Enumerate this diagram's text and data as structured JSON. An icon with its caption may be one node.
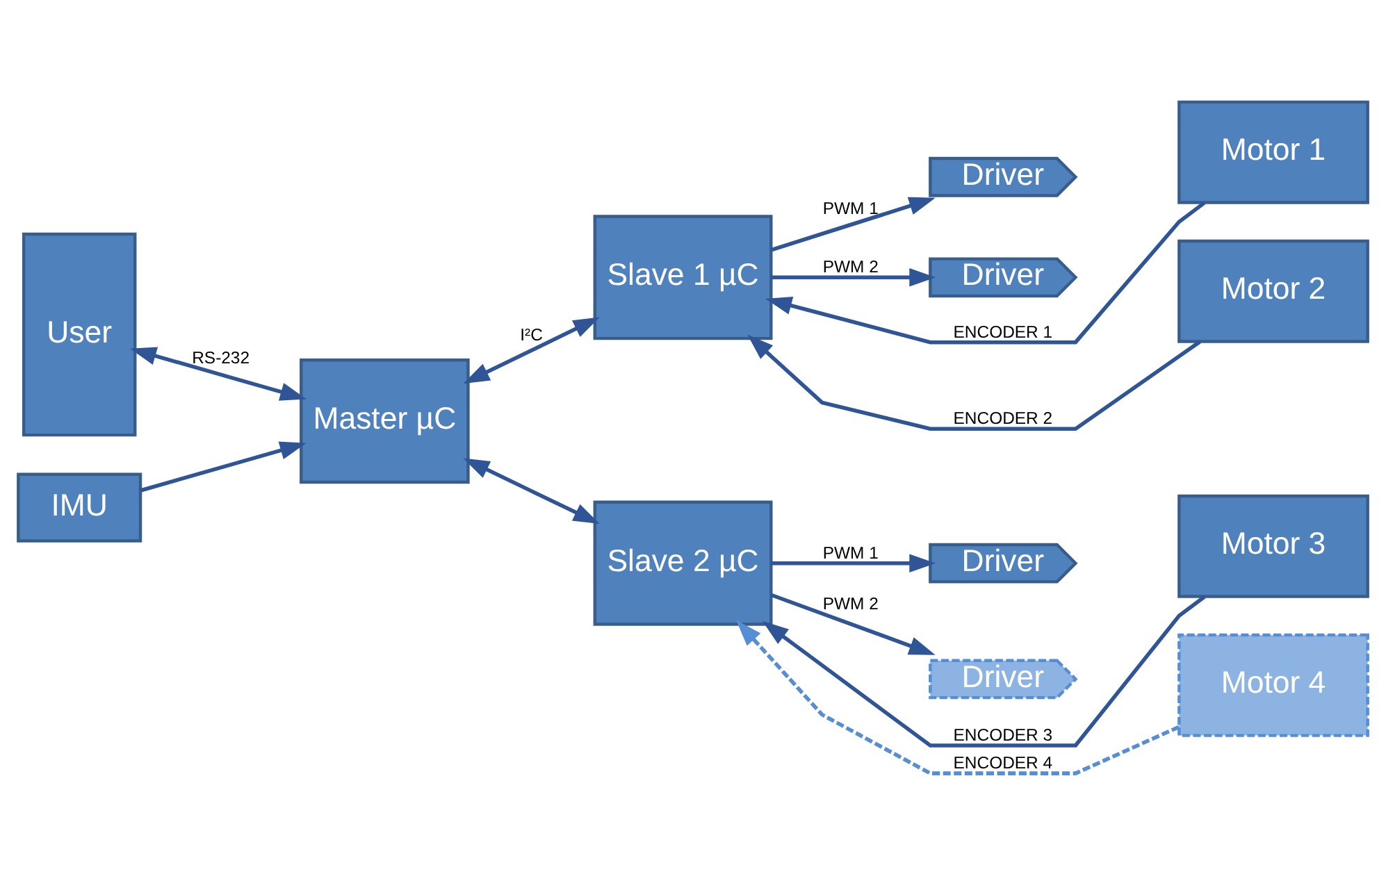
{
  "diagram": {
    "nodes": [
      {
        "text": [
          "User"
        ]
      },
      {
        "text": [
          "IMU"
        ]
      },
      {
        "text": [
          "Master µC"
        ]
      },
      {
        "text": [
          "Slave 1 µC"
        ]
      },
      {
        "text": [
          "Slave 2 µC"
        ]
      },
      {
        "text": [
          "Driver"
        ]
      },
      {
        "text": [
          "Driver"
        ]
      },
      {
        "text": [
          "Driver"
        ]
      },
      {
        "text": [
          "Driver"
        ]
      },
      {
        "text": [
          "Motor 1"
        ]
      },
      {
        "text": [
          "Motor 2"
        ]
      },
      {
        "text": [
          "Motor 3"
        ]
      },
      {
        "text": [
          "Motor 4"
        ]
      }
    ],
    "edges": [
      {
        "from": 0,
        "to": 2,
        "arrow": "both",
        "label": "RS-232"
      },
      {
        "from": 1,
        "to": 2,
        "arrow": "to"
      },
      {
        "from": 2,
        "to": 3,
        "arrow": "both",
        "label": "I²C"
      },
      {
        "from": 2,
        "to": 4,
        "arrow": "both"
      },
      {
        "from": 3,
        "to": 5,
        "arrow": "to",
        "label": "PWM 1"
      },
      {
        "from": 3,
        "to": 6,
        "arrow": "to",
        "label": "PWM 2"
      },
      {
        "from": 4,
        "to": 7,
        "arrow": "to",
        "label": "PWM 1"
      },
      {
        "from": 4,
        "to": 8,
        "arrow": "to",
        "label": "PWM 2"
      },
      {
        "from": 9,
        "to": 3,
        "arrow": "to",
        "label": "ENCODER 1"
      },
      {
        "from": 10,
        "to": 3,
        "arrow": "to",
        "label": "ENCODER 2"
      },
      {
        "from": 11,
        "to": 4,
        "arrow": "to",
        "label": "ENCODER 3"
      },
      {
        "from": 12,
        "to": 4,
        "arrow": "to",
        "label": "ENCODER 4",
        "style": "dashed",
        "color": "#558ed5"
      }
    ]
  }
}
